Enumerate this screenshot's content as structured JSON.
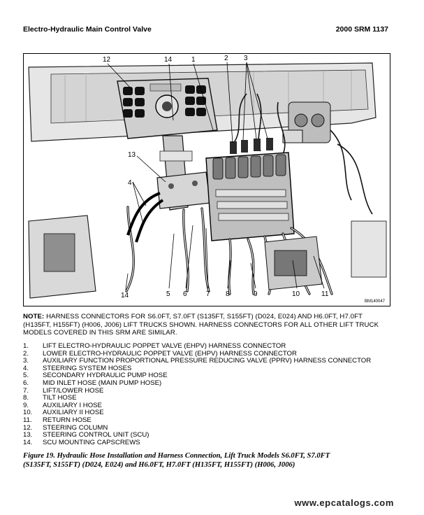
{
  "header": {
    "left": "Electro-Hydraulic Main Control Valve",
    "right": "2000 SRM 1137"
  },
  "figure": {
    "id_code": "BM140047",
    "callouts": [
      "12",
      "14",
      "1",
      "2",
      "3",
      "13",
      "4",
      "14",
      "5",
      "6",
      "7",
      "8",
      "9",
      "10",
      "11"
    ]
  },
  "note": {
    "label": "NOTE:",
    "text": " HARNESS CONNECTORS FOR S6.0FT, S7.0FT (S135FT, S155FT) (D024, E024) AND H6.0FT, H7.0FT (H135FT, H155FT) (H006, J006) LIFT TRUCKS SHOWN. HARNESS CONNECTORS FOR ALL OTHER LIFT TRUCK MODELS COVERED IN THIS SRM ARE SIMILAR."
  },
  "legend": [
    {
      "num": "1.",
      "text": "LIFT ELECTRO-HYDRAULIC POPPET VALVE (EHPV) HARNESS CONNECTOR"
    },
    {
      "num": "2.",
      "text": "LOWER ELECTRO-HYDRAULIC POPPET VALVE (EHPV) HARNESS CONNECTOR"
    },
    {
      "num": "3.",
      "text": "AUXILIARY FUNCTION PROPORTIONAL PRESSURE REDUCING VALVE (PPRV) HARNESS CONNECTOR"
    },
    {
      "num": "4.",
      "text": "STEERING SYSTEM HOSES"
    },
    {
      "num": "5.",
      "text": "SECONDARY HYDRAULIC PUMP HOSE"
    },
    {
      "num": "6.",
      "text": "MID INLET HOSE (MAIN PUMP HOSE)"
    },
    {
      "num": "7.",
      "text": "LIFT/LOWER HOSE"
    },
    {
      "num": "8.",
      "text": "TILT HOSE"
    },
    {
      "num": "9.",
      "text": "AUXILIARY I HOSE"
    },
    {
      "num": "10.",
      "text": "AUXILIARY II HOSE"
    },
    {
      "num": "11.",
      "text": "RETURN HOSE"
    },
    {
      "num": "12.",
      "text": "STEERING COLUMN"
    },
    {
      "num": "13.",
      "text": "STEERING CONTROL UNIT (SCU)"
    },
    {
      "num": "14.",
      "text": "SCU MOUNTING CAPSCREWS"
    }
  ],
  "caption": {
    "title": "Figure 19.",
    "line1": " Hydraulic Hose Installation and Harness Connection, Lift Truck Models S6.0FT, S7.0FT",
    "line2": "(S135FT, S155FT) (D024, E024) and H6.0FT, H7.0FT (H135FT, H155FT) (H006, J006)"
  },
  "watermark": "www.epcatalogs.com"
}
